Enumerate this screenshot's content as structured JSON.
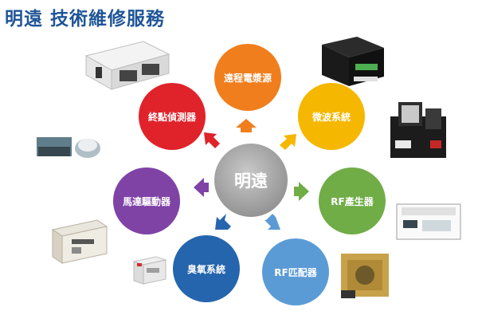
{
  "page": {
    "title": "明遠 技術維修服務"
  },
  "center": {
    "label": "明遠",
    "color": "#9e9e9e"
  },
  "services": [
    {
      "id": "remote-power",
      "label": "遠程電漿源",
      "color": "#f07e1d"
    },
    {
      "id": "microwave",
      "label": "微波系統",
      "color": "#f5b700"
    },
    {
      "id": "rf-generator",
      "label": "RF產生器",
      "color": "#70ad47"
    },
    {
      "id": "rf-matching",
      "label": "RF匹配器",
      "color": "#5b9bd5"
    },
    {
      "id": "ozone",
      "label": "臭氧系統",
      "color": "#2565ad"
    },
    {
      "id": "motor-driver",
      "label": "馬達驅動器",
      "color": "#7f43a6"
    },
    {
      "id": "endpoint",
      "label": "終點偵測器",
      "color": "#e0232b"
    }
  ]
}
